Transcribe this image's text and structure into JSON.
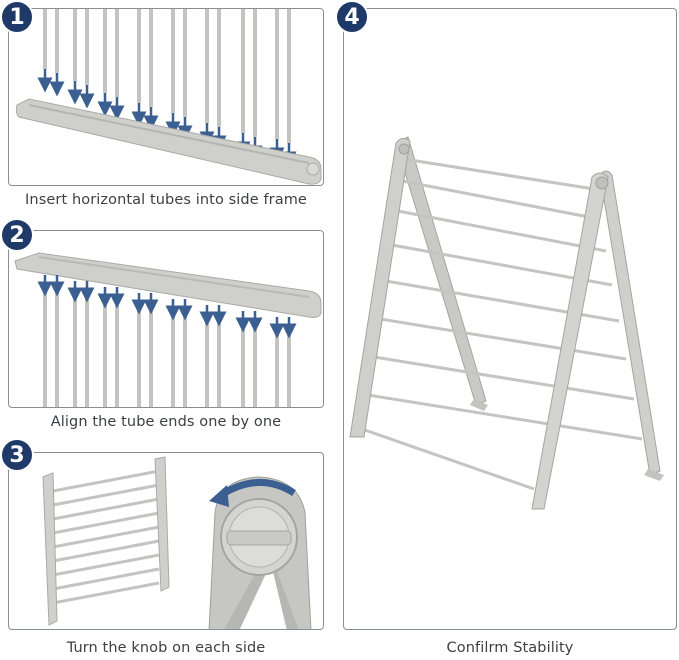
{
  "steps": [
    {
      "number": "1",
      "caption": "Insert horizontal tubes into side frame"
    },
    {
      "number": "2",
      "caption": "Align the tube ends one by one"
    },
    {
      "number": "3",
      "caption": "Turn the knob on each side"
    },
    {
      "number": "4",
      "caption": "Confilrm Stability"
    }
  ],
  "colors": {
    "badge": "#1f3a68",
    "frame": "#c7c7c2",
    "arrow": "#3c5f92"
  }
}
